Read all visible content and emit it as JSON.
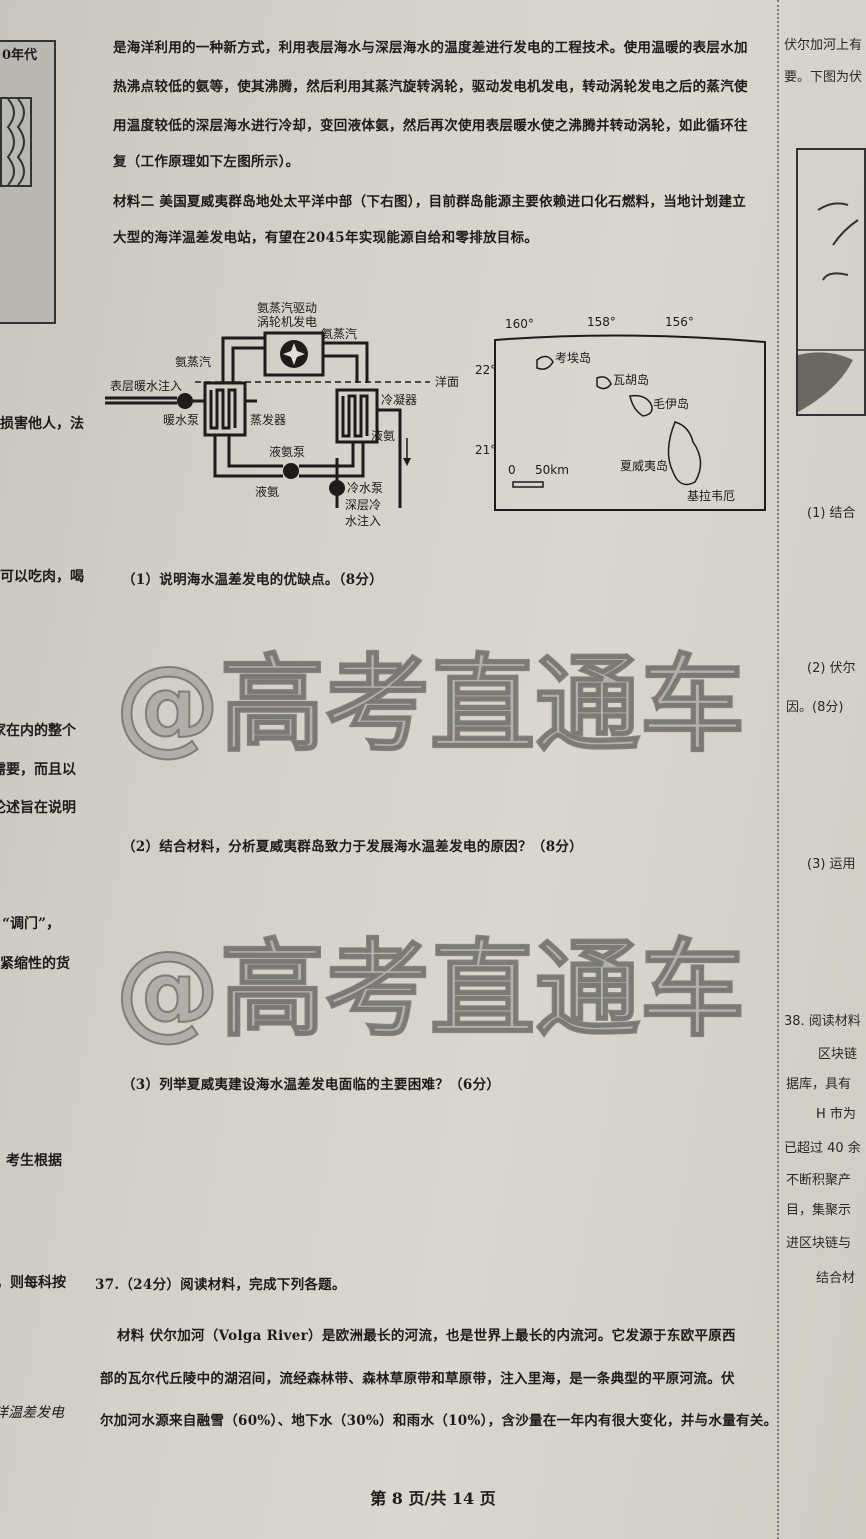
{
  "left_column": {
    "figure_caption_partial": "0年代",
    "lines": [
      "损害他人，法",
      "可以吃肉，喝",
      "家在内的整个",
      "需要，而且以",
      "论述旨在说明",
      "“调门”，",
      "紧缩性的货",
      "考生根据",
      "，则每科按",
      "洋温差发电"
    ]
  },
  "main": {
    "material1_lines": [
      "是海洋利用的一种新方式，利用表层海水与深层海水的温度差进行发电的工程技术。使用温暖的表层水加",
      "热沸点较低的氨等，使其沸腾，然后利用其蒸汽旋转涡轮，驱动发电机发电，转动涡轮发电之后的蒸汽使",
      "用温度较低的深层海水进行冷却，变回液体氨，然后再次使用表层暖水使之沸腾并转动涡轮，如此循环往",
      "复（工作原理如下左图所示）。"
    ],
    "material2_lines": [
      "材料二 美国夏威夷群岛地处太平洋中部（下右图），目前群岛能源主要依赖进口化石燃料，当地计划建立",
      "大型的海洋温差发电站，有望在2045年实现能源自给和零排放目标。"
    ],
    "diagram": {
      "turbine": "氨蒸汽驱动",
      "turbine2": "涡轮机发电",
      "vapor_left": "氨蒸汽",
      "vapor_right": "氨蒸汽",
      "sea_surface": "洋面",
      "warm_in": "表层暖水注入",
      "warm_pump": "暖水泵",
      "evaporator": "蒸发器",
      "condenser": "冷凝器",
      "liquid_pump": "液氨泵",
      "liquid_left": "液氨",
      "liquid_right": "液氨",
      "cold_pump": "冷水泵",
      "cold_in1": "深层冷",
      "cold_in2": "水注入"
    },
    "map": {
      "lon": [
        "160°",
        "158°",
        "156°"
      ],
      "lat": [
        "22°",
        "21°"
      ],
      "islands": [
        "考埃岛",
        "瓦胡岛",
        "毛伊岛",
        "夏威夷岛"
      ],
      "city": "基拉韦厄",
      "scale_zero": "0",
      "scale_label": "50km"
    },
    "q1": "（1）说明海水温差发电的优缺点。（8分）",
    "q2": "（2）结合材料，分析夏威夷群岛致力于发展海水温差发电的原因？（8分）",
    "q3": "（3）列举夏威夷建设海水温差发电面临的主要困难？（6分）",
    "q37_head": "37.（24分）阅读材料，完成下列各题。",
    "q37_lines": [
      "材料  伏尔加河（Volga River）是欧洲最长的河流，也是世界上最长的内流河。它发源于东欧平原西",
      "部的瓦尔代丘陵中的湖沼间，流经森林带、森林草原带和草原带，注入里海，是一条典型的平原河流。伏",
      "尔加河水源来自融雪（60%）、地下水（30%）和雨水（10%），含沙量在一年内有很大变化，并与水量有关。"
    ]
  },
  "right_column": {
    "lines_top": [
      "伏尔加河上有",
      "要。下图为伏"
    ],
    "q1": "(1) 结合",
    "q2": "(2) 伏尔",
    "q2b": "因。(8分)",
    "q3": "(3) 运用",
    "q38": [
      "38. 阅读材料",
      "区块链",
      "据库，具有",
      "H 市为",
      "已超过 40 余",
      "不断积聚产",
      "目，集聚示",
      "进区块链与",
      "结合材"
    ]
  },
  "watermark": "@高考直通车",
  "footer": "第 8 页/共 14 页"
}
